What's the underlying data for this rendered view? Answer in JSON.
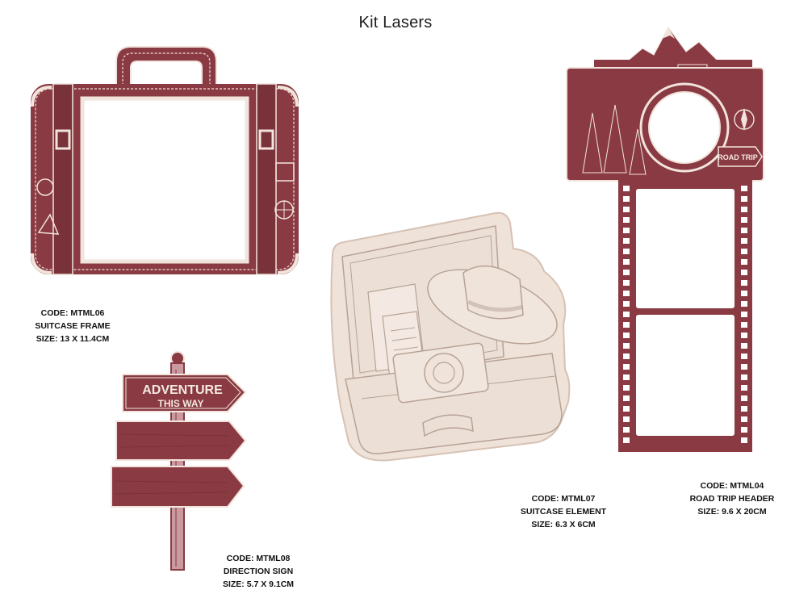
{
  "header": {
    "title": "Kit Lasers"
  },
  "colors": {
    "maroon": "#8a3a42",
    "maroon_dark": "#6e2a32",
    "cream": "#efe2d8",
    "cream_light": "#f3e9e2"
  },
  "products": [
    {
      "id": "suitcase_frame",
      "code": "CODE: MTML06",
      "name": "SUITCASE FRAME",
      "size": "SIZE: 13 X 11.4CM",
      "icon": "suitcase-frame-icon"
    },
    {
      "id": "direction_sign",
      "code": "CODE: MTML08",
      "name": "DIRECTION SIGN",
      "size": "SIZE: 5.7 X 9.1CM",
      "icon": "direction-sign-icon",
      "sign_text": {
        "line1": "ADVENTURE",
        "line2": "THIS WAY"
      }
    },
    {
      "id": "suitcase_element",
      "code": "CODE: MTML07",
      "name": "SUITCASE ELEMENT",
      "size": "SIZE: 6.3 X 6CM",
      "icon": "open-suitcase-icon"
    },
    {
      "id": "road_trip_header",
      "code": "CODE: MTML04",
      "name": "ROAD TRIP HEADER",
      "size": "SIZE: 9.6 X 20CM",
      "icon": "camera-filmstrip-icon",
      "sign_text": {
        "line1": "ROAD TRIP"
      }
    }
  ]
}
